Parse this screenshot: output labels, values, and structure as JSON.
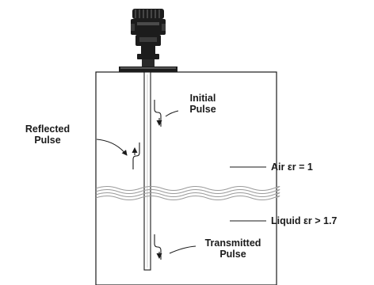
{
  "labels": {
    "initial_pulse": [
      "Initial",
      "Pulse"
    ],
    "reflected_pulse": [
      "Reflected",
      "Pulse"
    ],
    "transmitted_pulse": [
      "Transmitted",
      "Pulse"
    ],
    "air": "Air εr = 1",
    "liquid": "Liquid εr > 1.7"
  },
  "colors": {
    "ink": "#1a1a1a",
    "housing": "#1c1c1c",
    "liquid_wave": "#9a9a9a",
    "background": "#ffffff"
  },
  "icons": {
    "transmitter": "radar-level-transmitter-icon",
    "probe": "guided-wave-probe-icon",
    "pulse": "pulse-waveform-icon"
  }
}
